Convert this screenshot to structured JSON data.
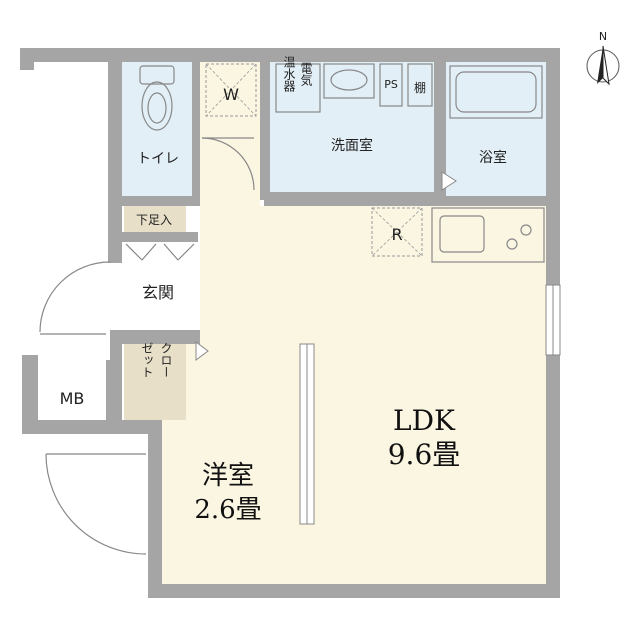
{
  "floorplan": {
    "compass": {
      "north_label": "N"
    },
    "colors": {
      "wall": "#a5a5a5",
      "wet_area": "#e3eff7",
      "living": "#fbf6e2",
      "storage": "#e7dfc8",
      "white": "#ffffff"
    },
    "rooms": {
      "ldk": {
        "name": "LDK",
        "size": "9.6畳"
      },
      "western": {
        "name": "洋室",
        "size": "2.6畳"
      },
      "toilet": {
        "name": "トイレ"
      },
      "washroom": {
        "name": "洗面室"
      },
      "bath": {
        "name": "浴室"
      },
      "entrance": {
        "name": "玄関"
      },
      "shoe_box": {
        "name": "下足入"
      },
      "closet": {
        "col1": "クロー",
        "col2": "ゼット"
      },
      "meter_box": {
        "name": "MB"
      },
      "water_heater": {
        "col1": "電気",
        "col2": "温水器"
      },
      "ps": {
        "name": "PS"
      },
      "shelf": {
        "name": "棚"
      },
      "washer_space": {
        "name": "W"
      },
      "fridge_space": {
        "name": "R"
      }
    }
  }
}
